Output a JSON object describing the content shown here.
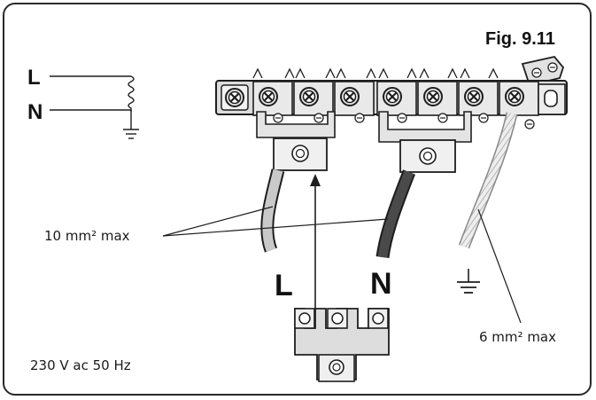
{
  "figure": {
    "label": "Fig. 9.11"
  },
  "schematic": {
    "line_label": "L",
    "neutral_label": "N"
  },
  "annotations": {
    "cable_main": "10 mm² max",
    "cable_earth": "6 mm² max",
    "supply": "230 V ac 50 Hz"
  },
  "terminals": {
    "line_label": "L",
    "neutral_label": "N"
  },
  "icons": [
    "earth-symbol-icon",
    "inductor-coil-icon",
    "terminal-screw-icon",
    "bridge-link-icon"
  ],
  "colors": {
    "line_cable": "#c9c9c9",
    "neutral_cable": "#4a4a4a",
    "earth_cable": "#dcdcdc",
    "metal": "#d8d8d8",
    "outline": "#1e1e1e"
  }
}
